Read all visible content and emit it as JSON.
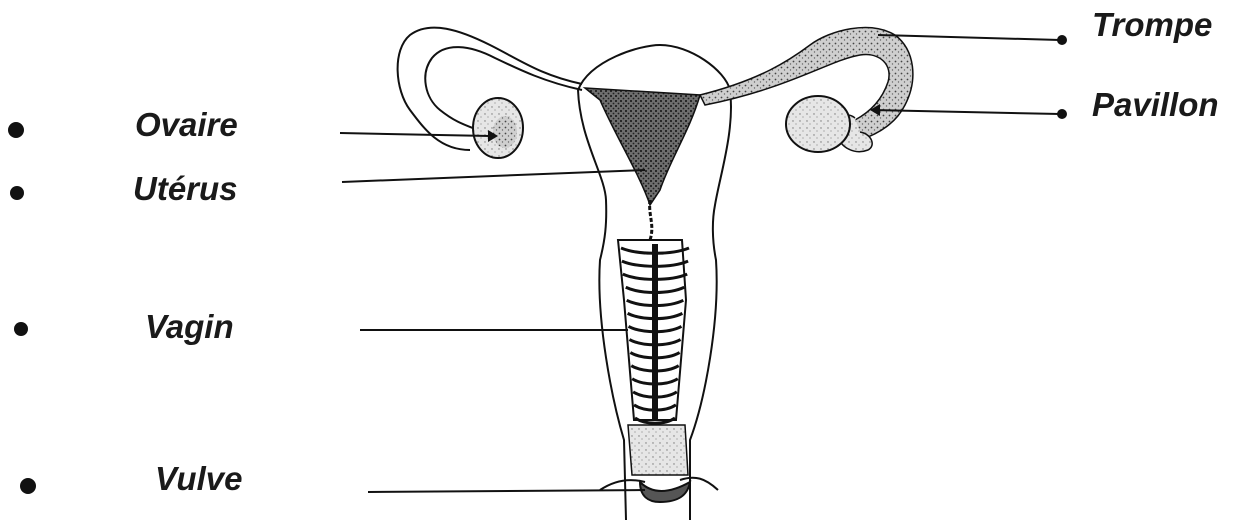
{
  "diagram": {
    "labels": {
      "ovaire": "Ovaire",
      "uterus": "Utérus",
      "vagin": "Vagin",
      "vulve": "Vulve",
      "trompe": "Trompe",
      "pavillon": "Pavillon"
    }
  },
  "colors": {
    "ink": "#111111",
    "text": "#1a1a1a",
    "stipple": "#555555",
    "background": "#ffffff"
  }
}
